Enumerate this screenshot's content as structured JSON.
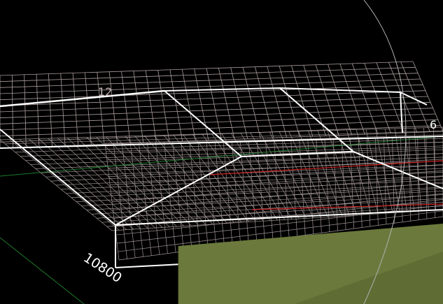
{
  "viewport": {
    "background": "#000000",
    "grid_color": "#c8b8b8",
    "edge_color": "#ffffff",
    "green_axis_color": "#1e7a2a",
    "red_axis_color": "#c8201e",
    "solid_face_color": "#6b7a3c",
    "orbit_circle_color": "#b0b0b0"
  },
  "dimensions": {
    "label_depth": "10800",
    "label_top": "12",
    "label_right": "6"
  }
}
